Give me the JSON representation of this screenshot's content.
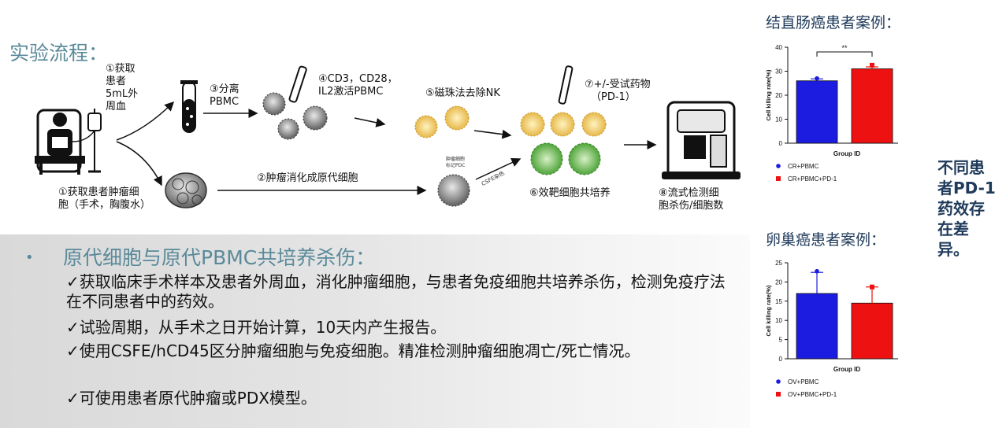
{
  "page_title": "实验流程：",
  "workflow": {
    "step1_top": [
      "①获取",
      "患者",
      "5mL外",
      "周血"
    ],
    "step1_bottom": [
      "①获取患者肿瘤细",
      "胞（手术，胸腹水）"
    ],
    "step2": "②肿瘤消化成原代细胞",
    "step3": [
      "③分离",
      "PBMC"
    ],
    "step4": [
      "④CD3，CD28，",
      "IL2激活PBMC"
    ],
    "step5": "⑤磁珠法去除NK",
    "step6": "⑥效靶细胞共培养",
    "step7": [
      "⑦+/-受试药物",
      "（PD-1）"
    ],
    "step8": [
      "⑧流式检测细",
      "胞杀伤/细胞数"
    ],
    "tiny_label": [
      "肿瘤细胞",
      "标记PDC"
    ],
    "csfe_label": "CSFE染色"
  },
  "bullet": {
    "heading": "原代细胞与原代PBMC共培养杀伤：",
    "lines": [
      "✓获取临床手术样本及患者外周血，消化肿瘤细胞，与患者免疫细胞共培养杀伤，检测免疫疗法在不同患者中的药效。",
      "✓试验周期，从手术之日开始计算，10天内产生报告。",
      "✓使用CSFE/hCD45区分肿瘤细胞与免疫细胞。精准检测肿瘤细胞凋亡/死亡情况。",
      "✓可使用患者原代肿瘤或PDX模型。"
    ]
  },
  "cases": {
    "crc_title": "结直肠癌患者案例：",
    "ov_title": "卵巢癌患者案例：",
    "side_note": "不同患者PD-1药效存在差异。"
  },
  "chart_data": [
    {
      "type": "bar",
      "title": "",
      "xlabel": "Group ID",
      "ylabel": "Cell killing rate(%)",
      "ylim": [
        0,
        40
      ],
      "yticks": [
        0,
        10,
        20,
        30,
        40
      ],
      "categories": [
        "CR+PBMC",
        "CR+PBMC+PD-1"
      ],
      "values": [
        26,
        31
      ],
      "errors": [
        0.8,
        0.8
      ],
      "points": [
        27,
        32.5
      ],
      "colors": [
        "#1c1ce0",
        "#ee1111"
      ],
      "significance": "**",
      "legend": [
        "CR+PBMC",
        "CR+PBMC+PD-1"
      ]
    },
    {
      "type": "bar",
      "title": "",
      "xlabel": "Group ID",
      "ylabel": "Cell killing rate(%)",
      "ylim": [
        0,
        25
      ],
      "yticks": [
        0,
        5,
        10,
        15,
        20,
        25
      ],
      "categories": [
        "OV+PBMC",
        "OV+PBMC+PD-1"
      ],
      "values": [
        17,
        14.5
      ],
      "errors": [
        5.5,
        4.2
      ],
      "points": [
        22.8,
        18.7
      ],
      "colors": [
        "#1c1ce0",
        "#ee1111"
      ],
      "significance": "",
      "legend": [
        "OV+PBMC",
        "OV+PBMC+PD-1"
      ]
    }
  ]
}
